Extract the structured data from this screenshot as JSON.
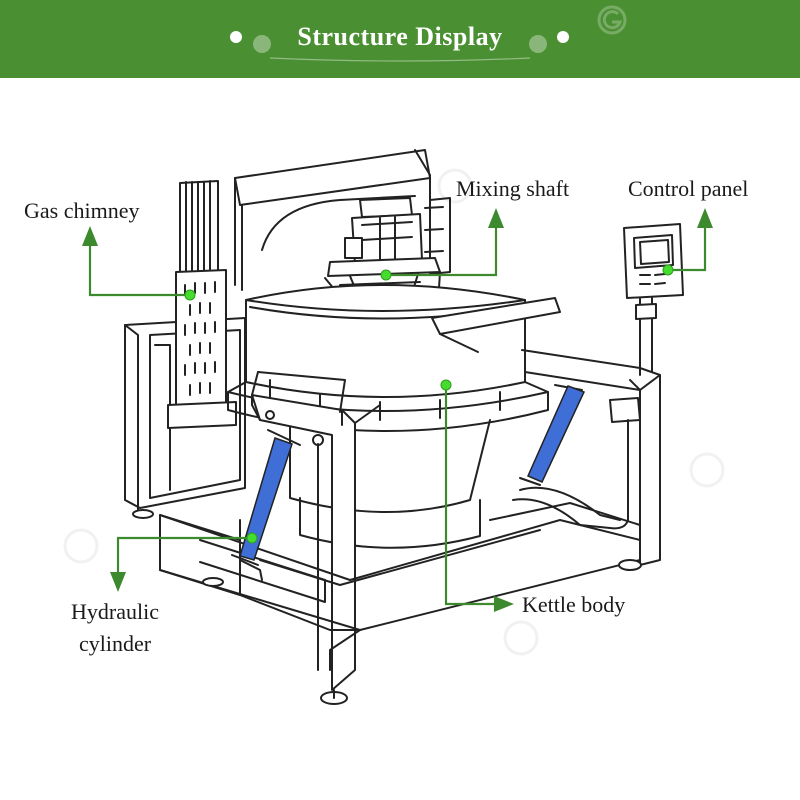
{
  "header": {
    "title": "Structure Display",
    "background_color": "#4a8f32",
    "text_color": "#ffffff"
  },
  "labels": {
    "gas_chimney": "Gas chimney",
    "mixing_shaft": "Mixing shaft",
    "control_panel": "Control panel",
    "kettle_body": "Kettle body",
    "hydraulic_cylinder_line1": "Hydraulic",
    "hydraulic_cylinder_line2": "cylinder"
  },
  "colors": {
    "callout_line": "#3d8a2e",
    "callout_dot": "#44dd2e",
    "cylinder_blue": "#3f6fd6",
    "line_art": "#222222"
  },
  "icons": {
    "watermark": "gg-logo-watermark-icon"
  }
}
